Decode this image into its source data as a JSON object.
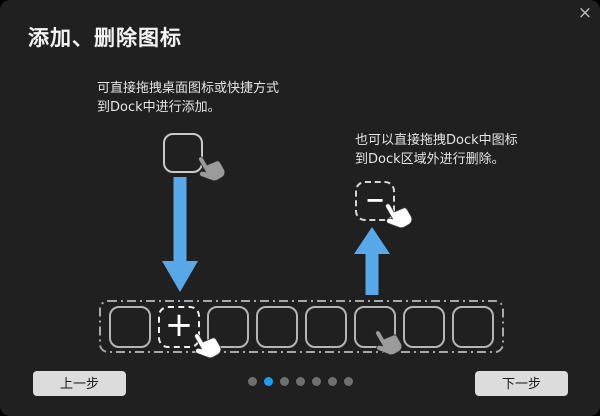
{
  "window": {
    "title": "添加、删除图标",
    "close_icon": "×"
  },
  "instructions": {
    "add": {
      "line1": "可直接拖拽桌面图标或快捷方式",
      "line2": "到Dock中进行添加。"
    },
    "remove": {
      "line1": "也可以直接拖拽Dock中图标",
      "line2": "到Dock区域外进行删除。"
    }
  },
  "icons": {
    "plus": "+",
    "minus": "−",
    "hand_cursor": "pointing-hand",
    "arrow_down": "blue-down-arrow",
    "arrow_up": "blue-up-arrow"
  },
  "dock": {
    "slot_count": 8,
    "plus_slot_index": 2
  },
  "pagination": {
    "total": 7,
    "active_index": 2
  },
  "buttons": {
    "previous": "上一步",
    "next": "下一步"
  },
  "colors": {
    "dialog_background": "#202020",
    "arrow_blue": "#57a7e9",
    "active_dot_blue": "#1e9df0",
    "button_background": "#dcdcdc"
  }
}
